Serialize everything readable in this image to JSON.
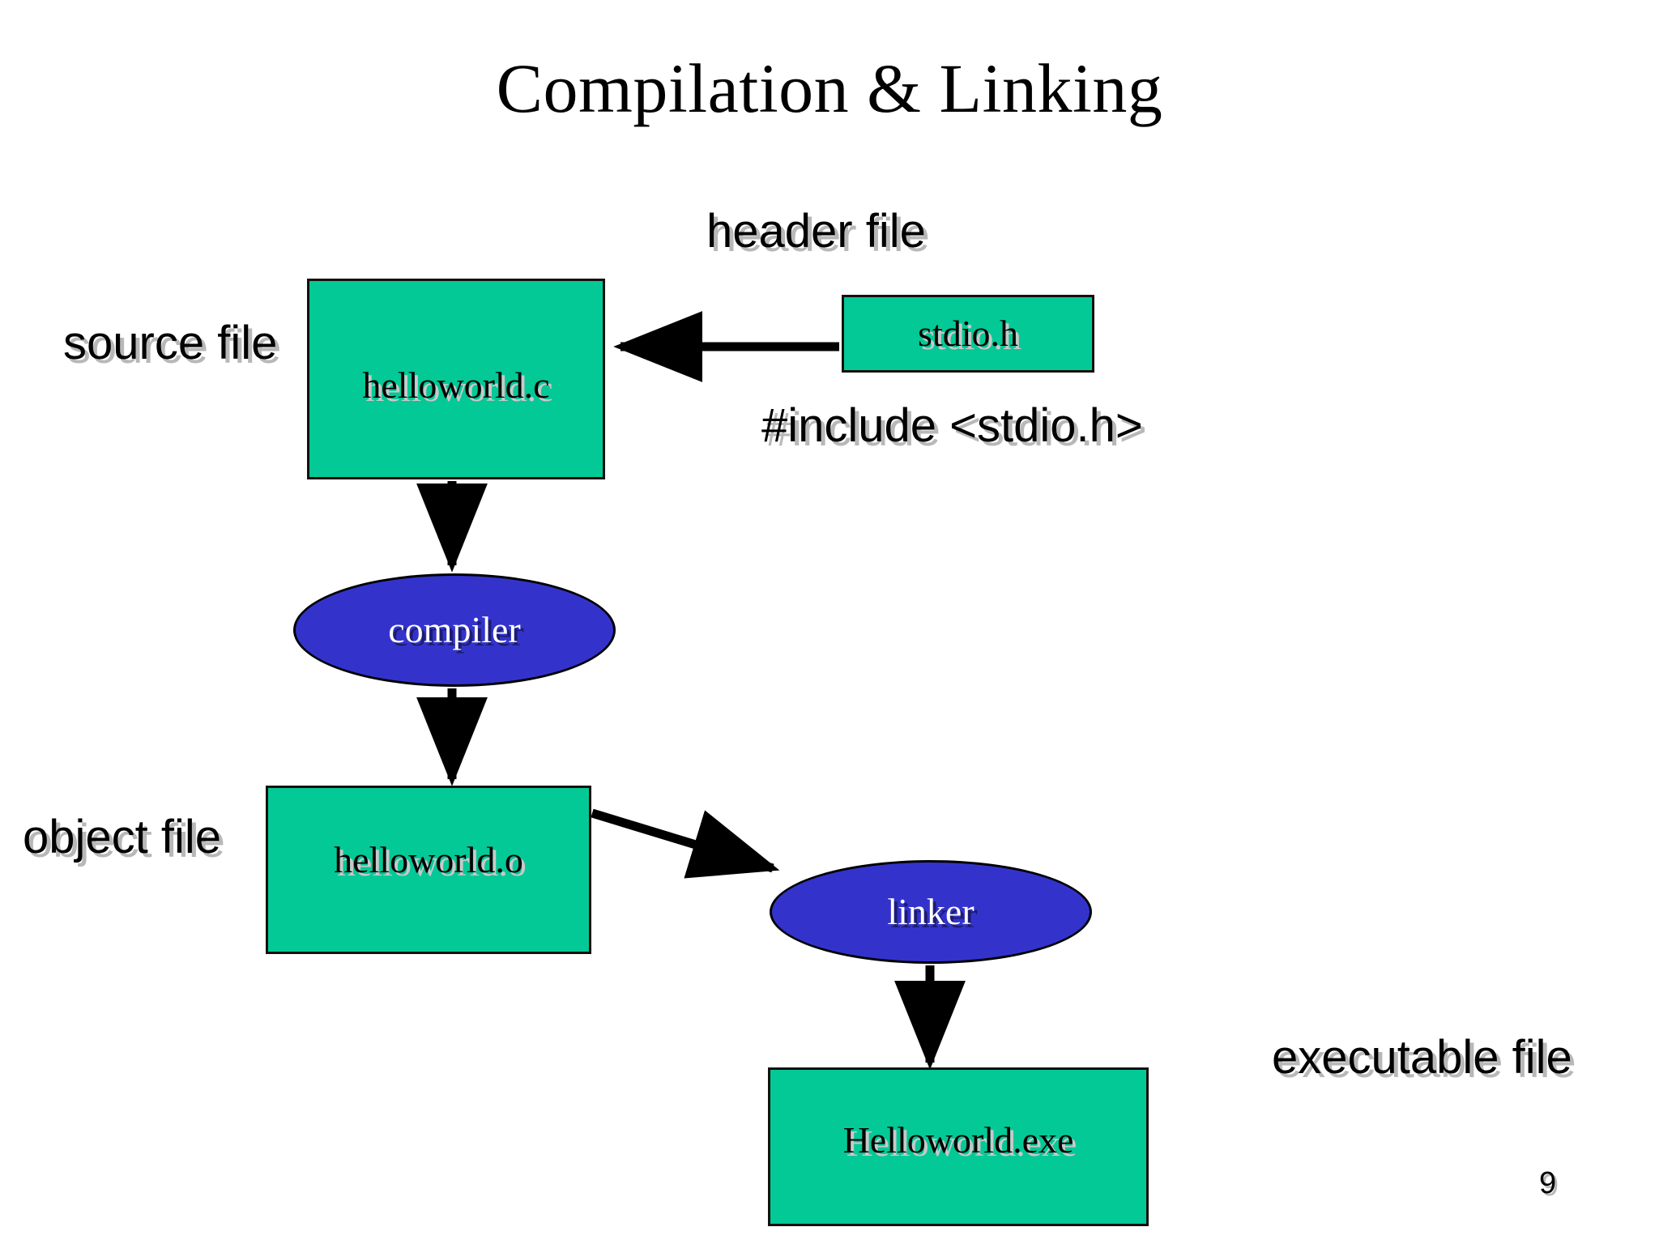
{
  "slide": {
    "title": "Compilation & Linking",
    "page_number": "9",
    "background_color": "#ffffff"
  },
  "palette": {
    "file_box_fill": "#03C997",
    "file_box_stroke": "#14100c",
    "process_ellipse_fill": "#3333CC",
    "process_ellipse_stroke": "#000000",
    "text_shadow": "#b8b8b8",
    "arrow_color": "#000000"
  },
  "annotations": {
    "header_file": "header file",
    "source_file": "source file",
    "include_directive": "#include <stdio.h>",
    "object_file": "object file",
    "executable_file": "executable file"
  },
  "nodes": {
    "helloworld_c": {
      "label": "helloworld.c",
      "shape": "rectangle",
      "role": "source-file"
    },
    "stdio_h": {
      "label": "stdio.h",
      "shape": "rectangle",
      "role": "header-file"
    },
    "compiler": {
      "label": "compiler",
      "shape": "ellipse",
      "role": "process"
    },
    "helloworld_o": {
      "label": "helloworld.o",
      "shape": "rectangle",
      "role": "object-file"
    },
    "linker": {
      "label": "linker",
      "shape": "ellipse",
      "role": "process"
    },
    "helloworld_exe": {
      "label": "Helloworld.exe",
      "shape": "rectangle",
      "role": "executable-file"
    }
  },
  "edges": [
    {
      "from": "stdio_h",
      "to": "helloworld_c",
      "direction": "left"
    },
    {
      "from": "helloworld_c",
      "to": "compiler",
      "direction": "down"
    },
    {
      "from": "compiler",
      "to": "helloworld_o",
      "direction": "down"
    },
    {
      "from": "helloworld_o",
      "to": "linker",
      "direction": "down-right"
    },
    {
      "from": "linker",
      "to": "helloworld_exe",
      "direction": "down"
    }
  ]
}
